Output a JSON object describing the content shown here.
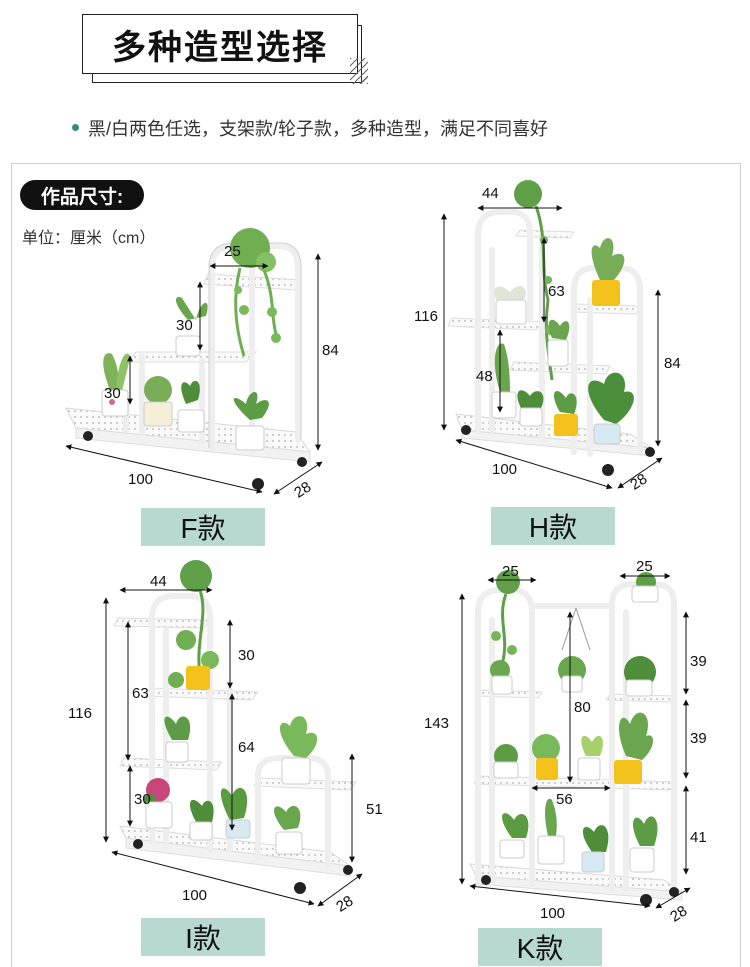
{
  "header": {
    "title": "多种造型选择"
  },
  "subtitle": "黑/白两色任选，支架款/轮子款，多种造型，满足不同喜好",
  "size_title": "作品尺寸:",
  "unit_text": "单位：厘米（cm）",
  "models": [
    {
      "name": "F款",
      "dims": {
        "top_width": "25",
        "height": "84",
        "step1": "30",
        "step2": "30",
        "length": "100",
        "depth": "28"
      }
    },
    {
      "name": "H款",
      "dims": {
        "top_width": "44",
        "total_height": "116",
        "tier_gap": "63",
        "lower": "48",
        "right_height": "84",
        "length": "100",
        "depth": "28"
      }
    },
    {
      "name": "I款",
      "dims": {
        "top_width": "44",
        "total_height": "116",
        "upper": "30",
        "mid": "63",
        "lower_mid": "64",
        "lower": "30",
        "right_height": "51",
        "length": "100",
        "depth": "28"
      }
    },
    {
      "name": "K款",
      "dims": {
        "left_top": "25",
        "right_top": "25",
        "total_height": "143",
        "hang": "80",
        "right1": "39",
        "right2": "39",
        "right3": "41",
        "shelf_width": "56",
        "length": "100",
        "depth": "28"
      }
    }
  ],
  "colors": {
    "accent": "#3d8a6e",
    "label_bg": "#b7d9cf",
    "frame": "#ffffff"
  }
}
